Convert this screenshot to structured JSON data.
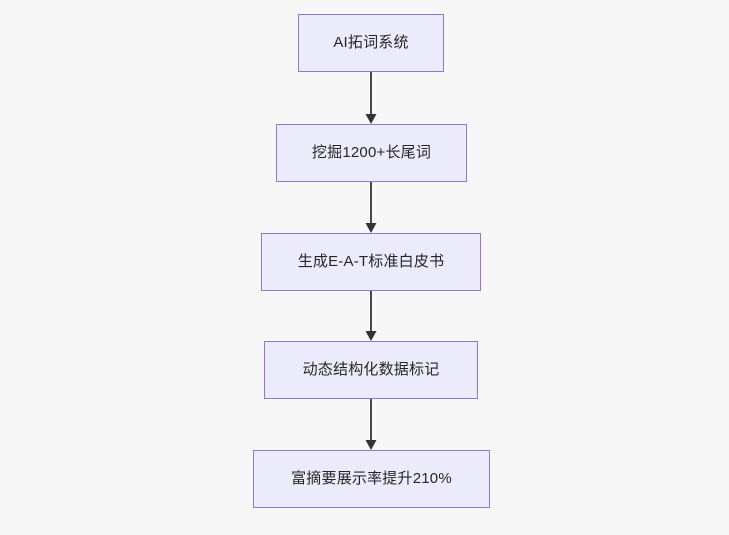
{
  "diagram": {
    "type": "flowchart",
    "direction": "top-to-bottom",
    "background_color": "#f7f7f8",
    "node_fill_color": "#ecebfb",
    "node_border_color": "#9575cd",
    "node_text_color": "#262626",
    "connector_color": "#4a4a4a",
    "nodes": [
      {
        "id": "n1",
        "label": "AI拓词系统"
      },
      {
        "id": "n2",
        "label": "挖掘1200+长尾词"
      },
      {
        "id": "n3",
        "label": "生成E-A-T标准白皮书"
      },
      {
        "id": "n4",
        "label": "动态结构化数据标记"
      },
      {
        "id": "n5",
        "label": "富摘要展示率提升210%"
      }
    ],
    "edges": [
      {
        "from": "n1",
        "to": "n2",
        "arrow": "arrow-down-icon"
      },
      {
        "from": "n2",
        "to": "n3",
        "arrow": "arrow-down-icon"
      },
      {
        "from": "n3",
        "to": "n4",
        "arrow": "arrow-down-icon"
      },
      {
        "from": "n4",
        "to": "n5",
        "arrow": "arrow-down-icon"
      }
    ]
  }
}
